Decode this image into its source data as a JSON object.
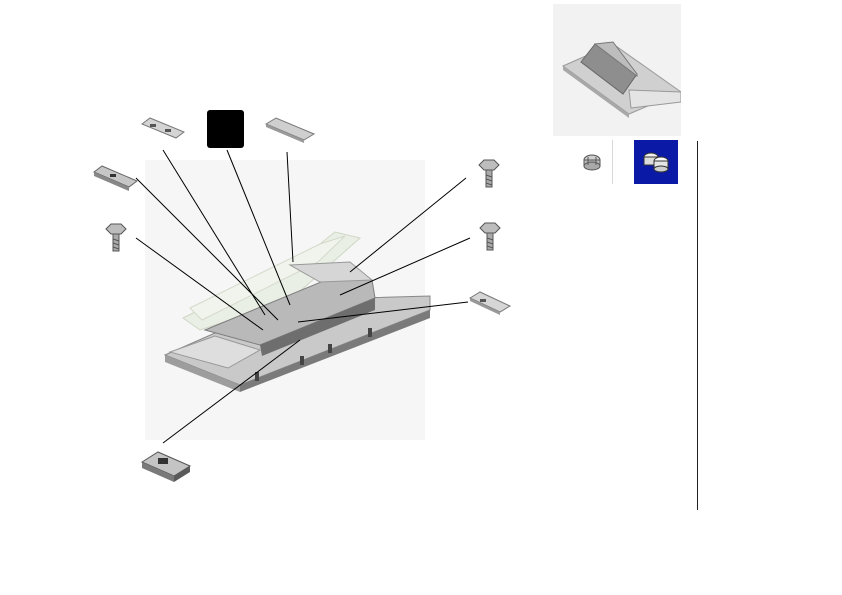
{
  "app": {
    "accent_color": "#0b1aa6",
    "panel_color": "#f2f2f2",
    "line_color": "#000000"
  },
  "panel": {
    "preview_thumbnail": "tray-assembly-preview",
    "part_view_button": {
      "icon": "single-part-icon",
      "active": false
    },
    "assembly_view_button": {
      "icon": "multi-part-icon",
      "active": true
    }
  },
  "diagram": {
    "main_assembly": "sheet-tray-assembly",
    "parts": [
      {
        "name": "bracket-small",
        "icon": "bracket-icon"
      },
      {
        "name": "highlighted-part",
        "icon": "black-square-icon"
      },
      {
        "name": "cover-plate",
        "icon": "plate-icon"
      },
      {
        "name": "guide-rail",
        "icon": "rail-icon"
      },
      {
        "name": "screw-left",
        "icon": "screw-icon"
      },
      {
        "name": "screw-top-right",
        "icon": "screw-icon"
      },
      {
        "name": "screw-right",
        "icon": "screw-icon"
      },
      {
        "name": "clip-right",
        "icon": "clip-icon"
      },
      {
        "name": "latch-bottom",
        "icon": "latch-icon"
      }
    ]
  }
}
